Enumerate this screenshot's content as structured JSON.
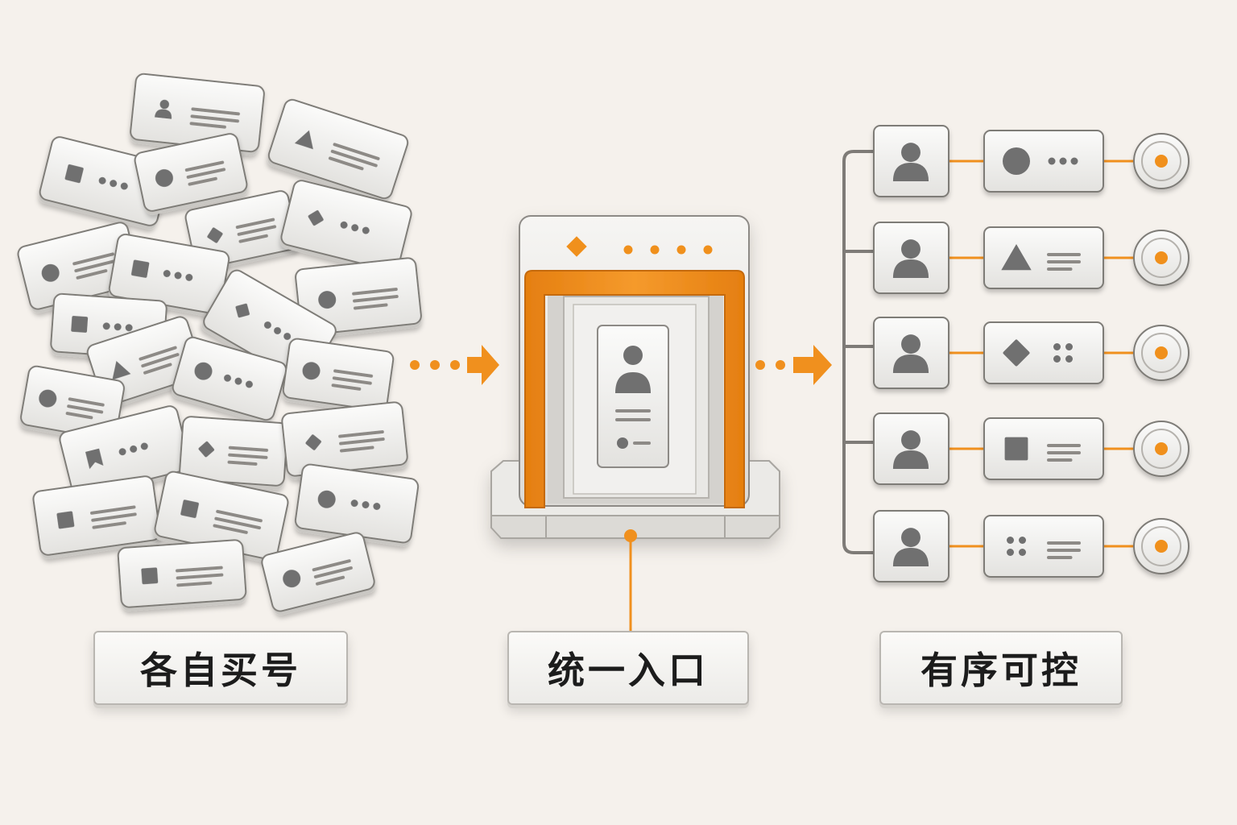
{
  "colors": {
    "background": "#f5f1ec",
    "accent": "#f0901e",
    "card_face": "#efeeec",
    "card_border": "#8d8a86",
    "glyph": "#6f6f6f"
  },
  "labels": {
    "left": "各自买号",
    "center": "统一入口",
    "right": "有序可控"
  },
  "right_rows": {
    "entry_glyphs": [
      "circle-dots",
      "triangle-lines",
      "diamond-dots",
      "square-lines",
      "dots-lines"
    ]
  }
}
